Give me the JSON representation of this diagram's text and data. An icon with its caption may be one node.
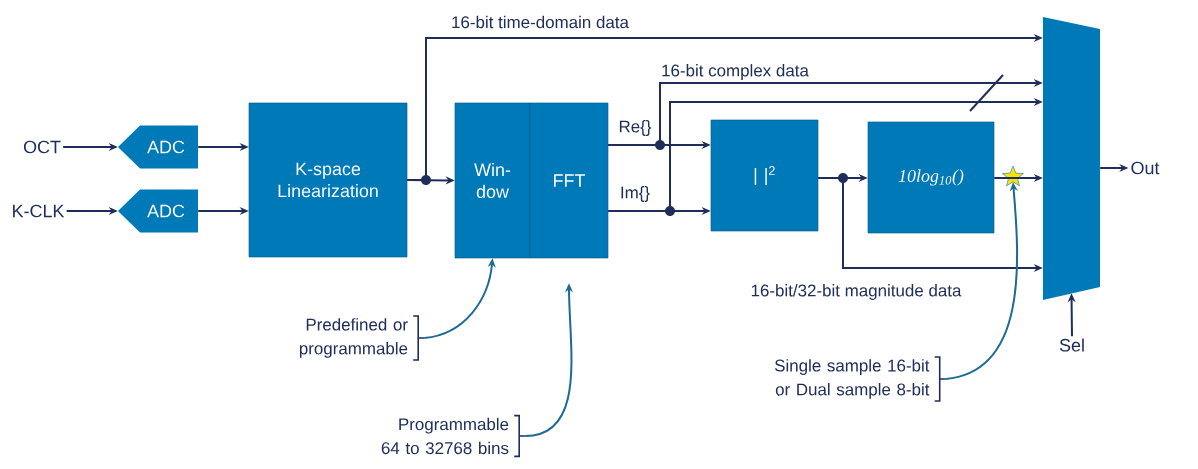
{
  "diagram": {
    "nodes": [
      {
        "text": [
          "OCT"
        ]
      },
      {
        "text": [
          "K-CLK"
        ]
      },
      {
        "text": [
          "ADC"
        ]
      },
      {
        "text": [
          "ADC"
        ]
      },
      {
        "text": [
          "K-space Linearization"
        ]
      },
      {
        "text": [
          "Win- dow"
        ]
      },
      {
        "text": [
          "FFT"
        ]
      },
      {
        "text": [
          "| |$^{2}$"
        ]
      },
      {
        "text": [
          "10log$_{10}$()"
        ]
      },
      {
        "text": [],
        "shape": "trapezoid"
      },
      {
        "text": [
          "Out"
        ]
      },
      {
        "text": [
          "Sel"
        ]
      },
      {
        "text": [
          "Predefined or programmable"
        ]
      },
      {
        "text": [
          "Programmable 64 to 32768 bins"
        ]
      },
      {
        "text": [
          "Single sample 16-bit or Dual sample 8-bit"
        ]
      },
      {
        "text": [],
        "shape": "star"
      }
    ],
    "edges": [
      {
        "from": 0,
        "to": 2,
        "arrow": "to"
      },
      {
        "from": 1,
        "to": 3,
        "arrow": "to"
      },
      {
        "from": 2,
        "to": 4,
        "arrow": "to"
      },
      {
        "from": 3,
        "to": 4,
        "arrow": "to"
      },
      {
        "from": 4,
        "to": 5,
        "arrow": "to"
      },
      {
        "from": 4,
        "to": 9,
        "arrow": "to",
        "label": "16-bit time-domain data"
      },
      {
        "from": 6,
        "to": 7,
        "arrow": "to",
        "label": "Re{}"
      },
      {
        "from": 6,
        "to": 9,
        "arrow": "to",
        "label": "16-bit complex data"
      },
      {
        "from": 6,
        "to": 7,
        "arrow": "to",
        "label": "Im{}"
      },
      {
        "from": 6,
        "to": 9,
        "arrow": "to"
      },
      {
        "from": 7,
        "to": 8,
        "arrow": "to"
      },
      {
        "from": 7,
        "to": 9,
        "arrow": "to",
        "label": "16-bit/32-bit magnitude data"
      },
      {
        "from": 8,
        "to": 9,
        "arrow": "to"
      },
      {
        "from": 9,
        "to": 10,
        "arrow": "to"
      },
      {
        "from": 11,
        "to": 9,
        "arrow": "to"
      },
      {
        "from": 12,
        "to": 5,
        "arrow": "to",
        "color": "#1b6b93"
      },
      {
        "from": 13,
        "to": 6,
        "arrow": "to",
        "color": "#1b6b93"
      },
      {
        "from": 14,
        "to": 15,
        "arrow": "to",
        "color": "#1b6b93"
      }
    ]
  }
}
